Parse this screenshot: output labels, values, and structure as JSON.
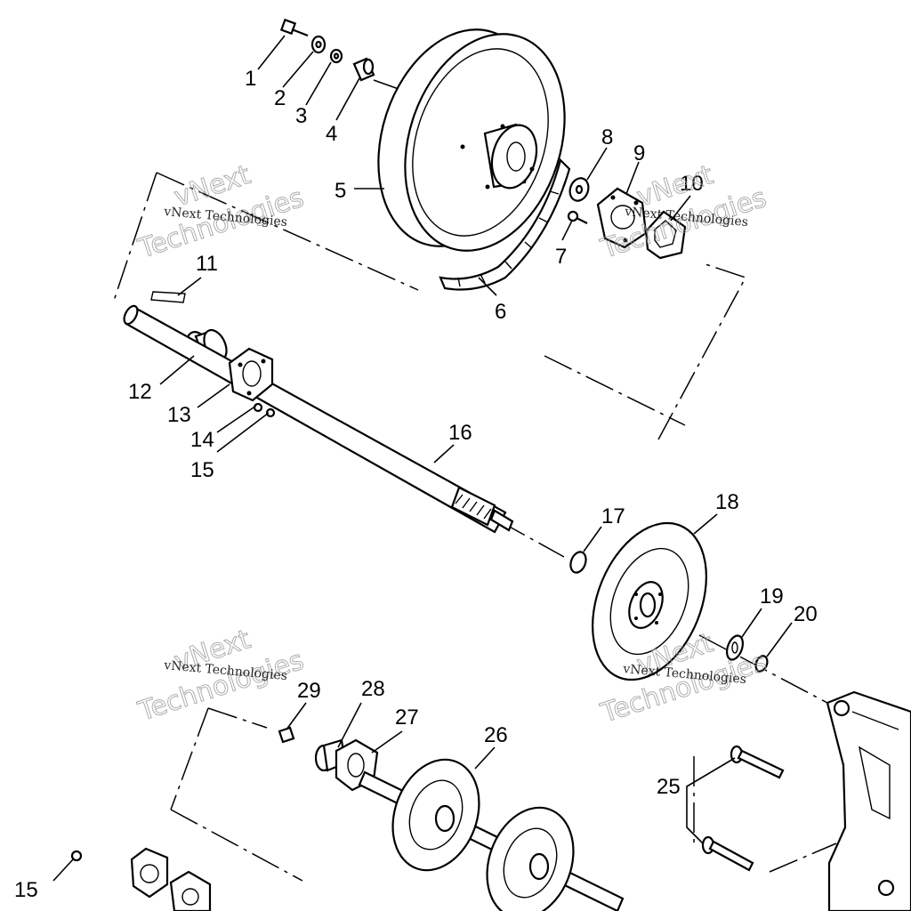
{
  "callouts": {
    "c1": "1",
    "c2": "2",
    "c3": "3",
    "c4": "4",
    "c5": "5",
    "c6": "6",
    "c7": "7",
    "c8": "8",
    "c9": "9",
    "c10": "10",
    "c11": "11",
    "c12": "12",
    "c13": "13",
    "c14": "14",
    "c15": "15",
    "c16": "16",
    "c17": "17",
    "c18": "18",
    "c19": "19",
    "c20": "20",
    "c25": "25",
    "c26": "26",
    "c27": "27",
    "c28": "28",
    "c29": "29",
    "c15b": "15"
  },
  "watermark": {
    "company": "vNext Technologies",
    "word_top": "vNext",
    "word_bottom": "Technologies"
  }
}
